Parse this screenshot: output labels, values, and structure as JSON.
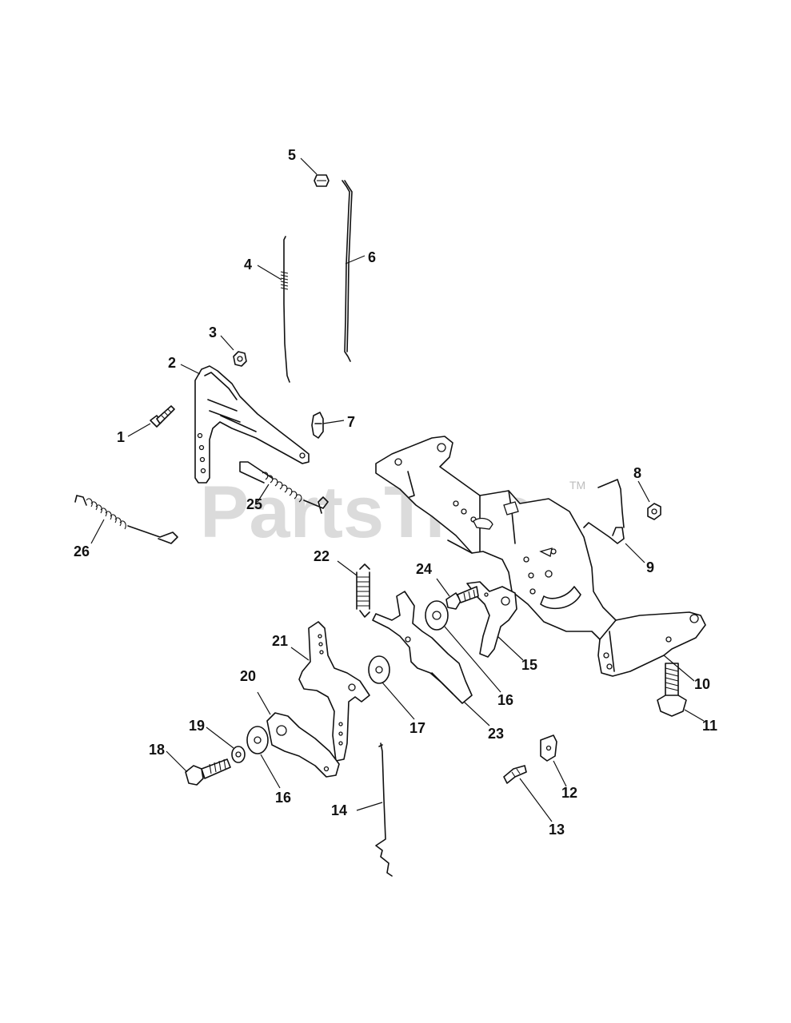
{
  "watermark": {
    "text": "PartsTree",
    "trademark": "TM"
  },
  "callouts": [
    "1",
    "2",
    "3",
    "4",
    "5",
    "6",
    "7",
    "8",
    "9",
    "10",
    "11",
    "12",
    "13",
    "14",
    "15",
    "16",
    "16",
    "17",
    "18",
    "19",
    "20",
    "21",
    "22",
    "23",
    "24",
    "25",
    "26"
  ]
}
